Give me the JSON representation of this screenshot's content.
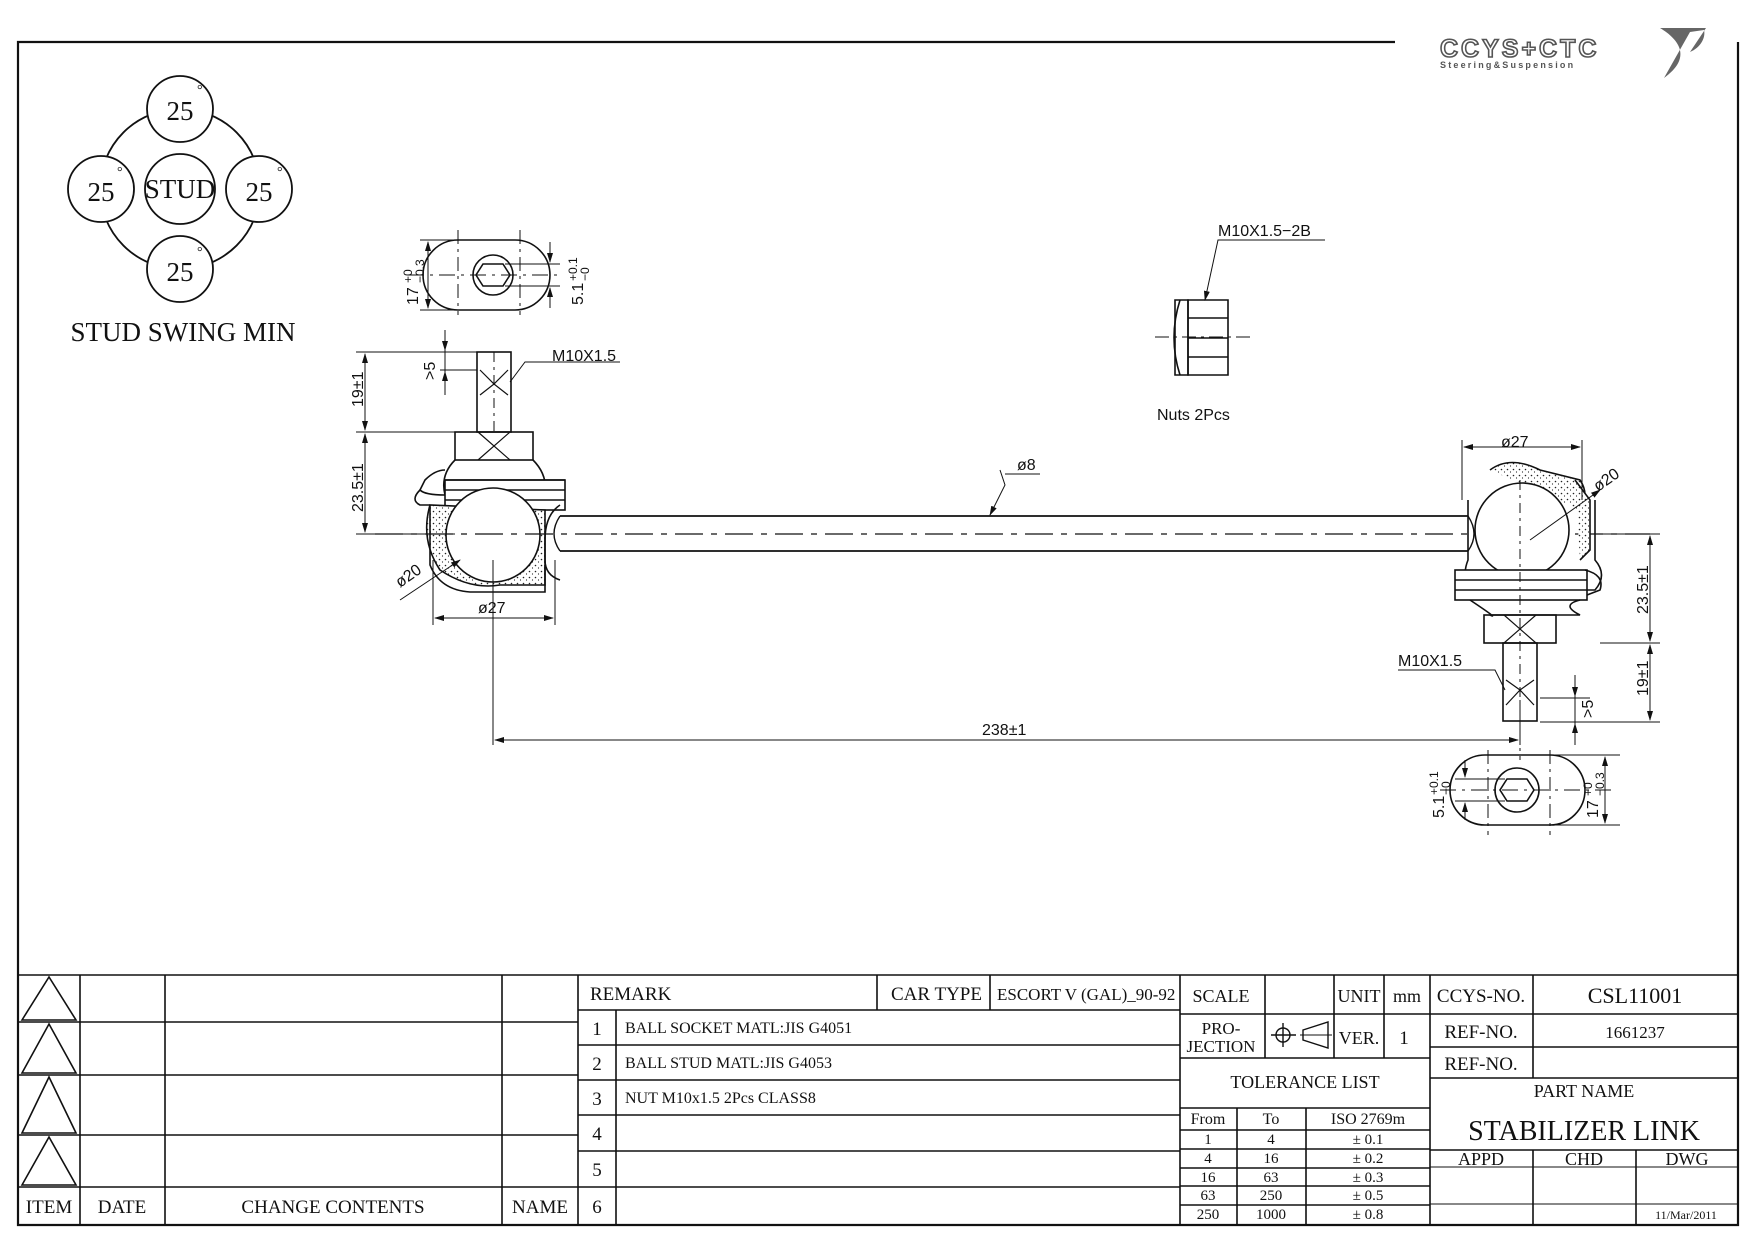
{
  "logo": {
    "brand": "CCYS+CTC",
    "tagline": "Steering&Suspension"
  },
  "swing": {
    "center": "STUD",
    "angle": "25",
    "degree": "°",
    "caption": "STUD SWING MIN"
  },
  "dims": {
    "hex_width": "17",
    "hex_tol_upper": "+0",
    "hex_tol_lower": "−0.3",
    "hex_socket": "5.1",
    "socket_tol_upper": "+0.1",
    "socket_tol_lower": "−0",
    "thread": "M10X1.5",
    "thread_depth": ">5",
    "stud_length": "19±1",
    "stud_height": "23.5±1",
    "ball_dia": "ø20",
    "housing_dia": "ø27",
    "rod_dia": "ø8",
    "center_length": "238±1",
    "nut_spec": "M10X1.5−2B",
    "nut_note": "Nuts 2Pcs"
  },
  "revision": {
    "headers": {
      "item": "ITEM",
      "date": "DATE",
      "change": "CHANGE CONTENTS",
      "name": "NAME"
    }
  },
  "remarks": {
    "header": "REMARK",
    "rows": [
      {
        "no": "1",
        "text": "BALL SOCKET MATL:JIS G4051"
      },
      {
        "no": "2",
        "text": "BALL STUD MATL:JIS G4053"
      },
      {
        "no": "3",
        "text": "NUT M10x1.5 2Pcs CLASS8"
      },
      {
        "no": "4",
        "text": ""
      },
      {
        "no": "5",
        "text": ""
      },
      {
        "no": "6",
        "text": ""
      }
    ]
  },
  "car": {
    "label": "CAR TYPE",
    "value": "ESCORT V (GAL)_90-92"
  },
  "scale": {
    "label": "SCALE",
    "value": ""
  },
  "unit": {
    "label": "UNIT",
    "value": "mm"
  },
  "projection": {
    "label1": "PRO-",
    "label2": "JECTION"
  },
  "version": {
    "label": "VER.",
    "value": "1"
  },
  "tolerance": {
    "title": "TOLERANCE LIST",
    "headers": [
      "From",
      "To",
      "ISO 2769m"
    ],
    "rows": [
      [
        "1",
        "4",
        "± 0.1"
      ],
      [
        "4",
        "16",
        "± 0.2"
      ],
      [
        "16",
        "63",
        "± 0.3"
      ],
      [
        "63",
        "250",
        "± 0.5"
      ],
      [
        "250",
        "1000",
        "± 0.8"
      ]
    ]
  },
  "part": {
    "ccys_label": "CCYS-NO.",
    "ccys_no": "CSL11001",
    "ref_label": "REF-NO.",
    "ref_no": "1661237",
    "ref2_label": "REF-NO.",
    "ref2_no": "",
    "name_label": "PART NAME",
    "name": "STABILIZER LINK",
    "appd": "APPD",
    "chd": "CHD",
    "dwg": "DWG",
    "date": "11/Mar/2011"
  }
}
